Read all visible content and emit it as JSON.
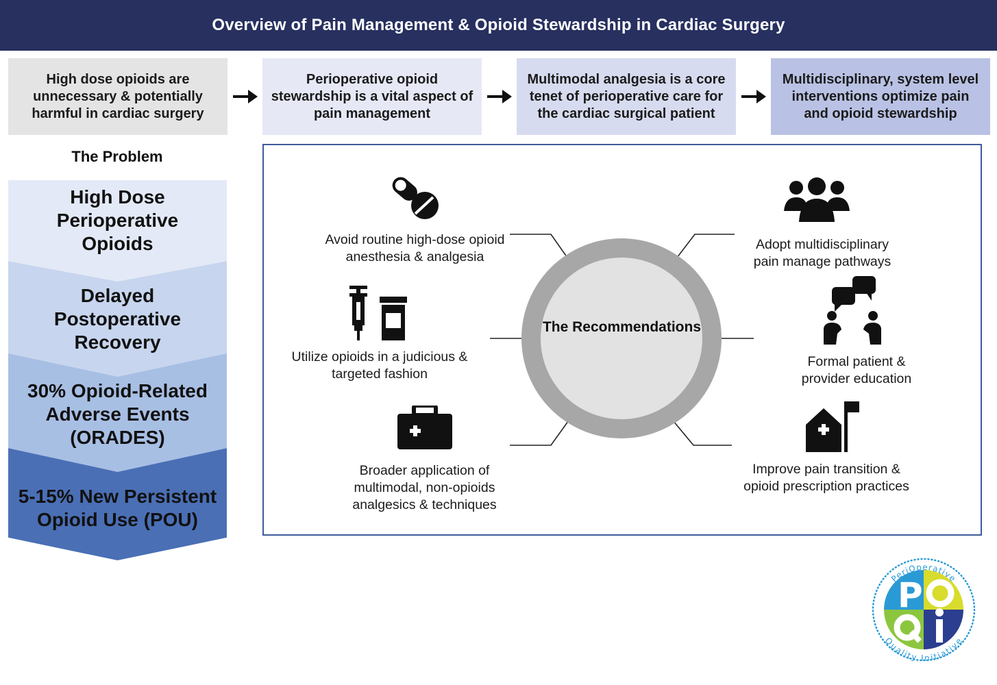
{
  "header": {
    "title": "Overview of Pain Management & Opioid Stewardship in Cardiac Surgery"
  },
  "steps": [
    {
      "text": "High dose opioids are unnecessary & potentially harmful in cardiac surgery",
      "color": "#e4e4e4"
    },
    {
      "text": "Perioperative opioid stewardship is a vital aspect of pain management",
      "color": "#e6e8f6"
    },
    {
      "text": "Multimodal analgesia is a core tenet of perioperative care for the cardiac surgical patient",
      "color": "#d7dbef"
    },
    {
      "text": "Multidisciplinary, system level interventions optimize pain and opioid stewardship",
      "color": "#b9c2e4"
    }
  ],
  "problem": {
    "title": "The Problem",
    "items": [
      {
        "text": "High Dose Perioperative Opioids",
        "color": "#e3e9f6"
      },
      {
        "text": "Delayed Postoperative Recovery",
        "color": "#c7d5ee"
      },
      {
        "text": "30% Opioid-Related Adverse Events (ORADES)",
        "color": "#a8bfe4"
      },
      {
        "text": "5-15% New Persistent Opioid Use (POU)",
        "color": "#4a6fb5"
      }
    ]
  },
  "recommendations": {
    "center": "The Recommendations",
    "items": [
      {
        "text": "Avoid routine high-dose opioid anesthesia & analgesia",
        "icon": "pills-icon"
      },
      {
        "text": "Utilize opioids in a judicious & targeted fashion",
        "icon": "syringe-vial-icon"
      },
      {
        "text": "Broader application of multimodal, non-opioids analgesics & techniques",
        "icon": "medical-kit-icon"
      },
      {
        "text": "Adopt multidisciplinary pain manage pathways",
        "icon": "group-icon"
      },
      {
        "text": "Formal patient & provider education",
        "icon": "conversation-icon"
      },
      {
        "text": "Improve pain transition & opioid prescription practices",
        "icon": "hospital-icon"
      }
    ]
  },
  "logo": {
    "top_text": "PeriOperative",
    "bottom_text": "Quality Initiative",
    "letters": [
      "P",
      "O",
      "Q",
      "i"
    ]
  },
  "colors": {
    "header": "#27305f",
    "box_border": "#3f5a9c",
    "ring": "#a7a7a7",
    "ring_inner": "#e2e2e2"
  }
}
